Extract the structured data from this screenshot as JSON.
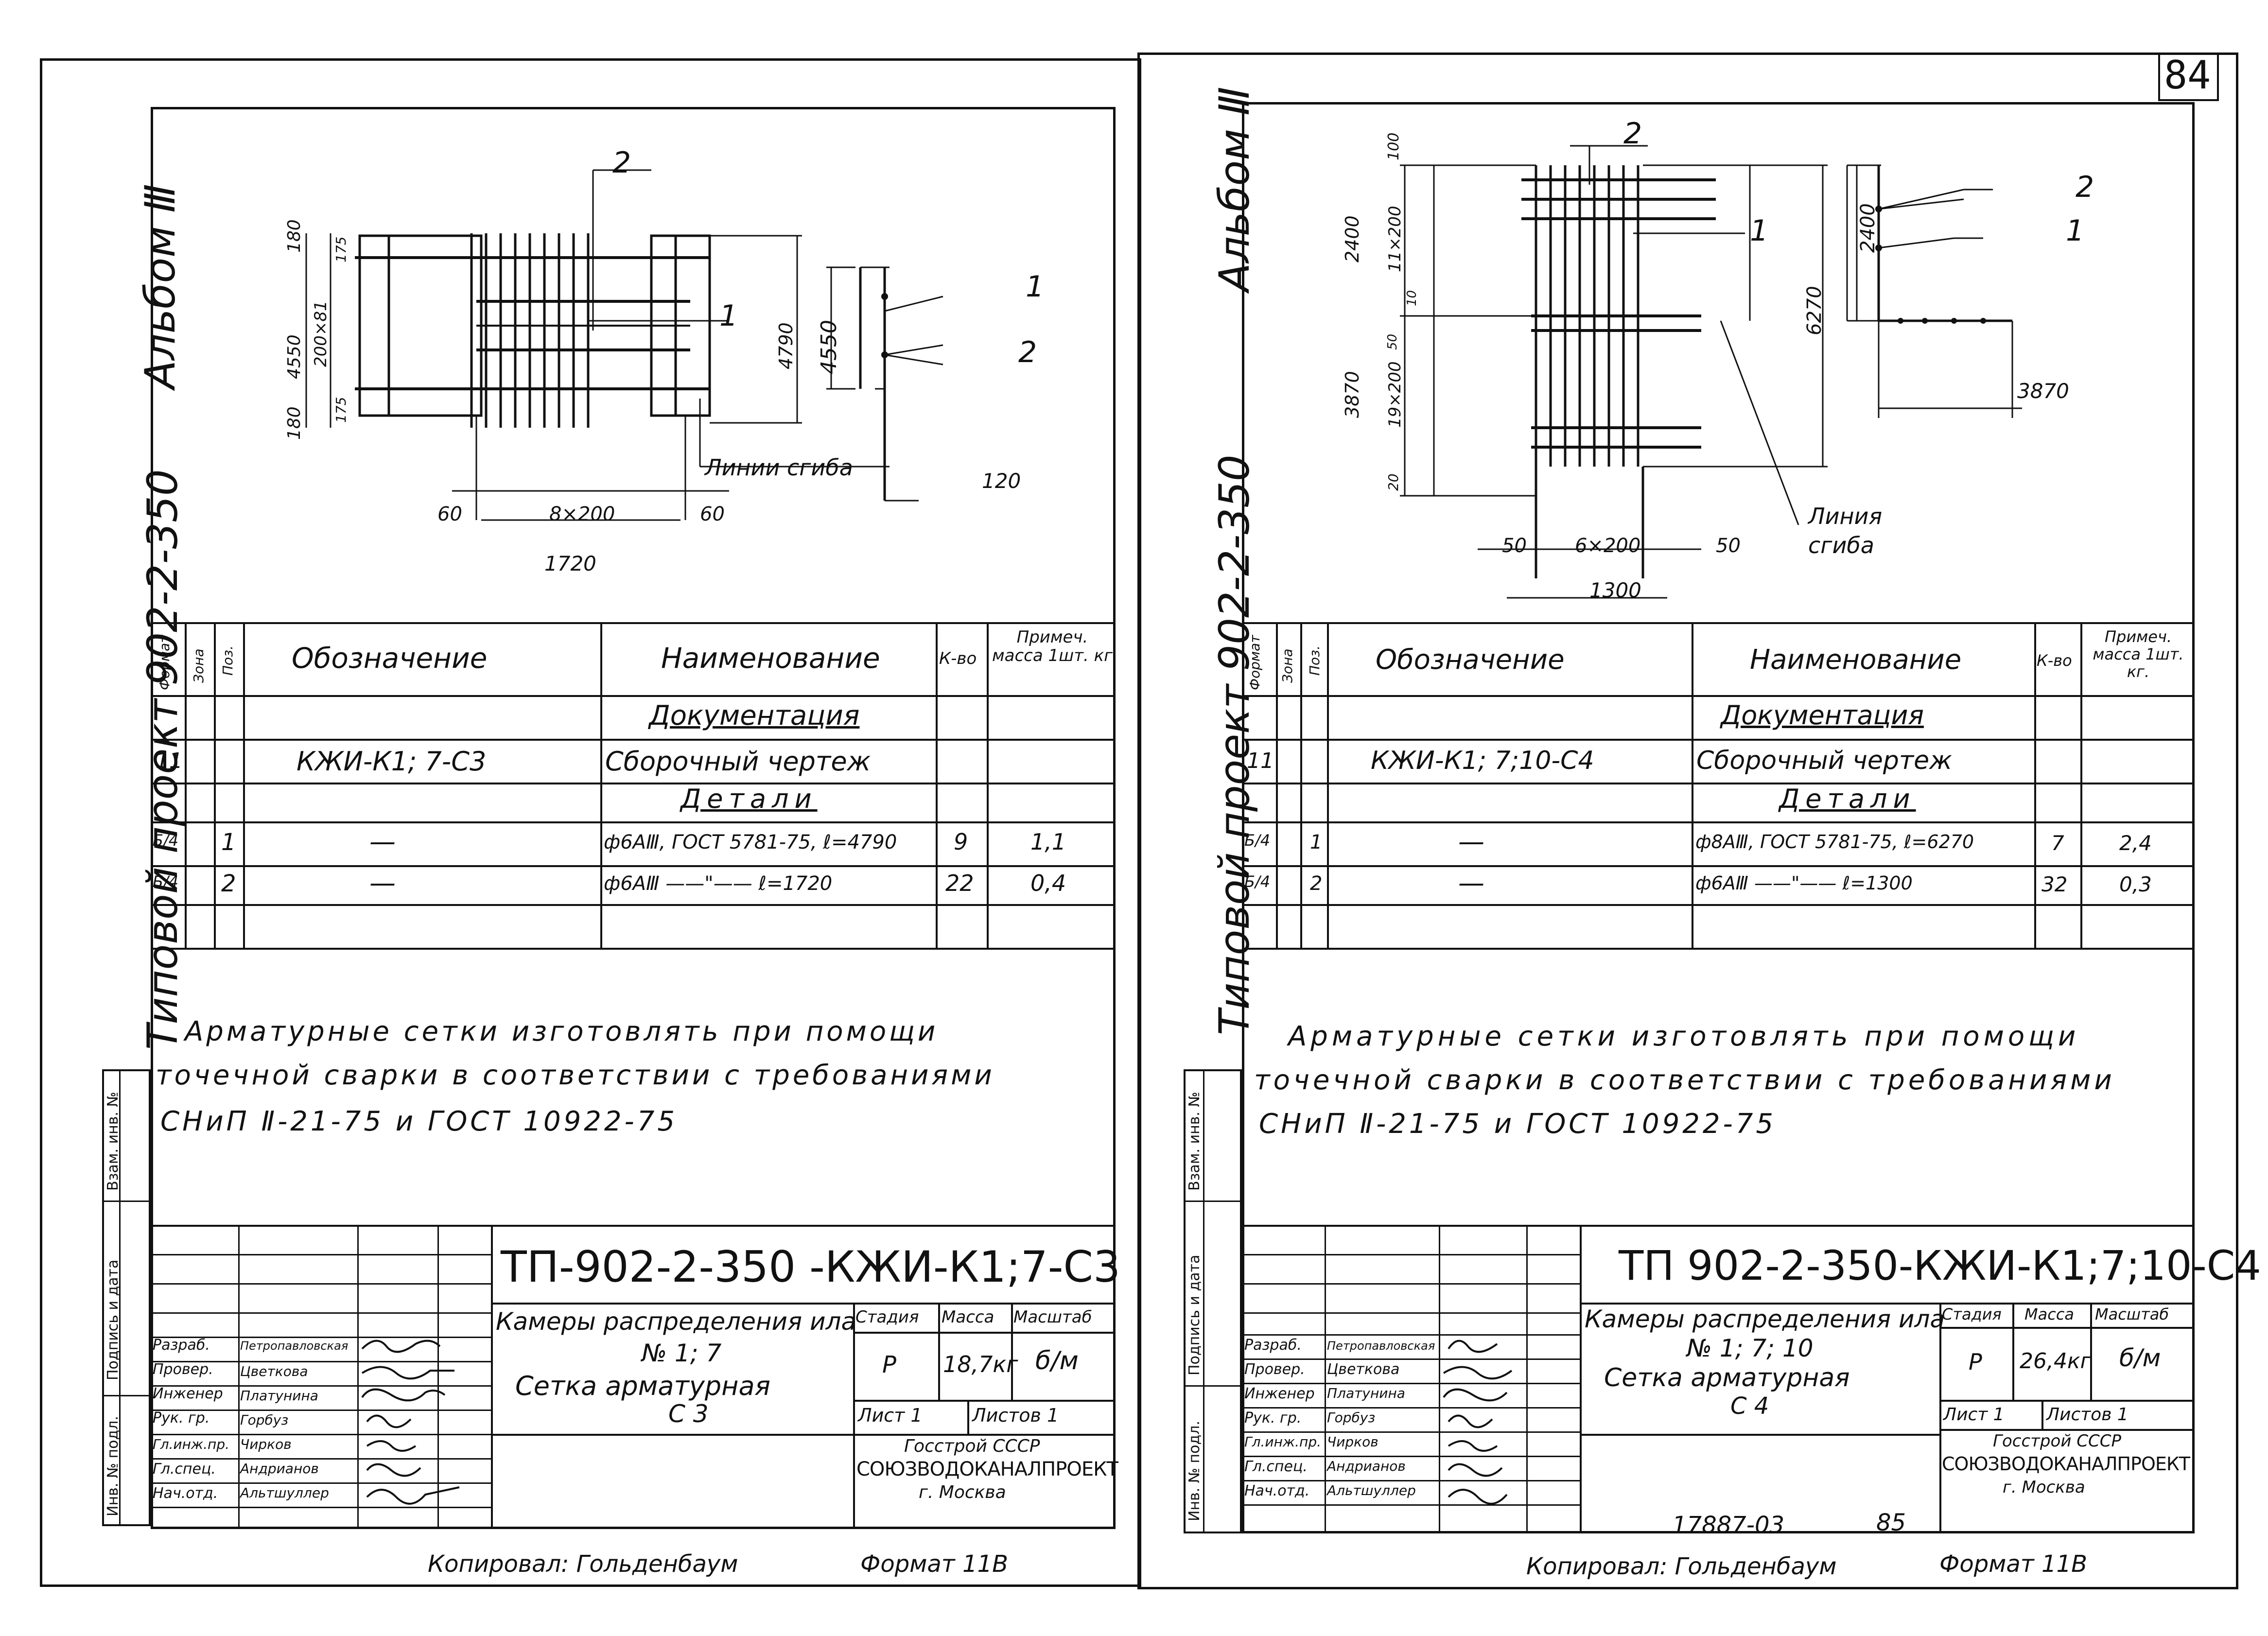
{
  "page_number": "84",
  "left_sheet": {
    "album": "Альбом Ⅲ",
    "project": "Типовой проект 902-2-350",
    "side_labels": [
      "Инв. № подл.",
      "Подпись и дата",
      "Взам. инв. №"
    ],
    "drawing": {
      "pos_labels": [
        "2",
        "1",
        "1",
        "2"
      ],
      "dims_left": [
        "180",
        "4550",
        "200×81",
        "180",
        "175",
        "175"
      ],
      "dim_right": "4790",
      "dim_side": "4550",
      "dim_bottom_gaps": [
        "60",
        "8×200",
        "60"
      ],
      "dim_total": "1720",
      "dim_side_bottom": "120",
      "cut_label": "Линии сгиба"
    },
    "table": {
      "headers": [
        "Формат",
        "Зона",
        "Поз.",
        "Обозначение",
        "Наименование",
        "К-во",
        "Примеч. масса 1шт. кг"
      ],
      "rows": [
        {
          "fmt": "",
          "zone": "",
          "pos": "",
          "designation": "",
          "name": "Документация",
          "qty": "",
          "note": ""
        },
        {
          "fmt": "11",
          "zone": "",
          "pos": "",
          "designation": "КЖИ-К1; 7-С3",
          "name": "Сборочный чертеж",
          "qty": "",
          "note": ""
        },
        {
          "fmt": "",
          "zone": "",
          "pos": "",
          "designation": "",
          "name": "Детали",
          "qty": "",
          "note": ""
        },
        {
          "fmt": "Б/4",
          "zone": "",
          "pos": "1",
          "designation": "—",
          "name": "ф6АⅢ, ГОСТ 5781-75, ℓ=4790",
          "qty": "9",
          "note": "1,1"
        },
        {
          "fmt": "Б/4",
          "zone": "",
          "pos": "2",
          "designation": "—",
          "name": "ф6АⅢ ——\"—— ℓ=1720",
          "qty": "22",
          "note": "0,4"
        }
      ]
    },
    "note_lines": [
      "Арматурные сетки изготовлять при помощи",
      "точечной сварки в соответствии с требованиями",
      "СНиП Ⅱ-21-75 и ГОСТ 10922-75"
    ],
    "title_block": {
      "code": "ТП-902-2-350 -КЖИ-К1;7-С3",
      "title_lines": [
        "Камеры распределения ила",
        "№ 1; 7",
        "Сетка арматурная",
        "С 3"
      ],
      "roles": [
        "Разраб.",
        "Провер.",
        "Инженер",
        "Рук. гр.",
        "Гл.инж.пр.",
        "Гл.спец.",
        "Нач.отд."
      ],
      "names": [
        "Петропавловская",
        "Цветкова",
        "Платунина",
        "Горбуз",
        "Чирков",
        "Андрианов",
        "Альтшуллер"
      ],
      "stage_label": "Стадия",
      "mass_label": "Масса",
      "scale_label": "Масштаб",
      "stage": "Р",
      "mass": "18,7кг",
      "scale": "б/м",
      "sheet": "Лист 1",
      "sheets": "Листов 1",
      "org": [
        "Госстрой СССР",
        "СОЮЗВОДОКАНАЛПРОЕКТ",
        "г. Москва"
      ]
    },
    "copied_by": "Копировал: Гольденбаум",
    "format": "Формат 11В"
  },
  "right_sheet": {
    "album": "Альбом Ⅲ",
    "project": "Типовой проект 902-2-350",
    "side_labels": [
      "Инв. № подл.",
      "Подпись и дата",
      "Взам. инв. №"
    ],
    "drawing": {
      "pos_labels": [
        "2",
        "1",
        "2",
        "1"
      ],
      "dims_left": [
        "100",
        "2400",
        "11×200",
        "10",
        "50",
        "3870",
        "19×200",
        "20"
      ],
      "dim_right": "6270",
      "dim_side_v": "2400",
      "dim_side_h": "3870",
      "dim_bottom_gaps": [
        "50",
        "6×200",
        "50"
      ],
      "dim_total": "1300",
      "cut_label": [
        "Линия",
        "сгиба"
      ]
    },
    "table": {
      "headers": [
        "Формат",
        "Зона",
        "Поз.",
        "Обозначение",
        "Наименование",
        "К-во",
        "Примеч. масса 1шт. кг."
      ],
      "rows": [
        {
          "fmt": "",
          "zone": "",
          "pos": "",
          "designation": "",
          "name": "Документация",
          "qty": "",
          "note": ""
        },
        {
          "fmt": "11",
          "zone": "",
          "pos": "",
          "designation": "КЖИ-К1; 7;10-С4",
          "name": "Сборочный чертеж",
          "qty": "",
          "note": ""
        },
        {
          "fmt": "",
          "zone": "",
          "pos": "",
          "designation": "",
          "name": "Детали",
          "qty": "",
          "note": ""
        },
        {
          "fmt": "Б/4",
          "zone": "",
          "pos": "1",
          "designation": "—",
          "name": "ф8АⅢ, ГОСТ 5781-75, ℓ=6270",
          "qty": "7",
          "note": "2,4"
        },
        {
          "fmt": "Б/4",
          "zone": "",
          "pos": "2",
          "designation": "—",
          "name": "ф6АⅢ ——\"—— ℓ=1300",
          "qty": "32",
          "note": "0,3"
        }
      ]
    },
    "note_lines": [
      "Арматурные сетки изготовлять при помощи",
      "точечной сварки в соответствии с требованиями",
      "СНиП Ⅱ-21-75 и ГОСТ 10922-75"
    ],
    "title_block": {
      "code": "ТП 902-2-350-КЖИ-К1;7;10-С4",
      "title_lines": [
        "Камеры распределения ила",
        "№ 1; 7; 10",
        "Сетка арматурная",
        "С 4"
      ],
      "roles": [
        "Разраб.",
        "Провер.",
        "Инженер",
        "Рук. гр.",
        "Гл.инж.пр.",
        "Гл.спец.",
        "Нач.отд."
      ],
      "names": [
        "Петропавловская",
        "Цветкова",
        "Платунина",
        "Горбуз",
        "Чирков",
        "Андрианов",
        "Альтшуллер"
      ],
      "stage_label": "Стадия",
      "mass_label": "Масса",
      "scale_label": "Масштаб",
      "stage": "Р",
      "mass": "26,4кг",
      "scale": "б/м",
      "sheet": "Лист 1",
      "sheets": "Листов 1",
      "org": [
        "Госстрой СССР",
        "СОЮЗВОДОКАНАЛПРОЕКТ",
        "г. Москва"
      ]
    },
    "archive_no": "17887-03",
    "sheet_no": "85",
    "copied_by": "Копировал: Гольденбаум",
    "format": "Формат 11В"
  }
}
